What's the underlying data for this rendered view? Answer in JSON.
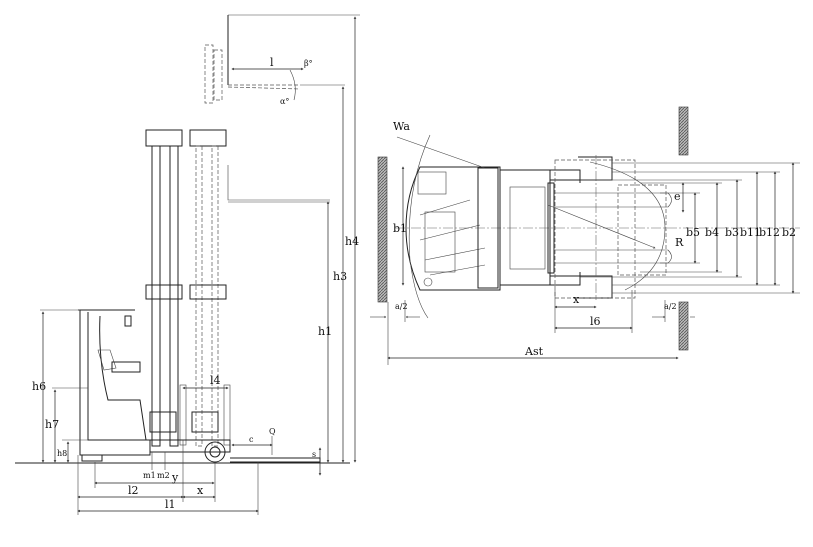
{
  "side_view": {
    "labels": {
      "h4": "h4",
      "h3": "h3",
      "h1": "h1",
      "h6": "h6",
      "h7": "h7",
      "h8": "h8",
      "l": "l",
      "beta": "β°",
      "alpha": "α°",
      "l4": "l4",
      "c": "c",
      "Q": "Q",
      "s": "s",
      "m1": "m1",
      "m2": "m2",
      "y": "y",
      "x": "x",
      "l2": "l2",
      "l1": "l1"
    }
  },
  "top_view": {
    "labels": {
      "Wa": "Wa",
      "b1": "b1",
      "a2_left": "a/2",
      "a2_right": "a/2",
      "x": "x",
      "l6": "l6",
      "Ast": "Ast",
      "e": "e",
      "R": "R",
      "b5": "b5",
      "b4": "b4",
      "b3": "b3",
      "b11": "b11",
      "b12": "b12",
      "b2": "b2"
    }
  }
}
